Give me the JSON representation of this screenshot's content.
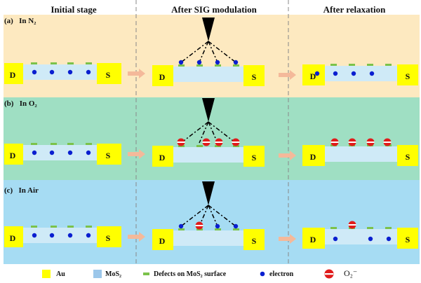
{
  "headers": {
    "initial": "Initial stage",
    "after_sig": "After SIG modulation",
    "after_relax": "After relaxation"
  },
  "panels": [
    {
      "label": "(a)",
      "env": "In N₂",
      "bg": "#fde9c0"
    },
    {
      "label": "(b)",
      "env": "In O₂",
      "bg": "#9fdfc3"
    },
    {
      "label": "(c)",
      "env": "In Air",
      "bg": "#a6dcf3"
    }
  ],
  "device": {
    "drain": "D",
    "source": "S"
  },
  "legend": {
    "au": "Au",
    "mos2": "MoS₂",
    "defects": "Defects on MoS₂ surface",
    "electron": "electron",
    "o2": "O₂⁻"
  },
  "colors": {
    "au": "#ffff00",
    "mos2": "#cfeaf7",
    "defect": "#7bc24a",
    "electron": "#0a1fd0",
    "o2_red": "#e01b1b",
    "arrow": "#f4b99a",
    "tip": "#000000"
  }
}
